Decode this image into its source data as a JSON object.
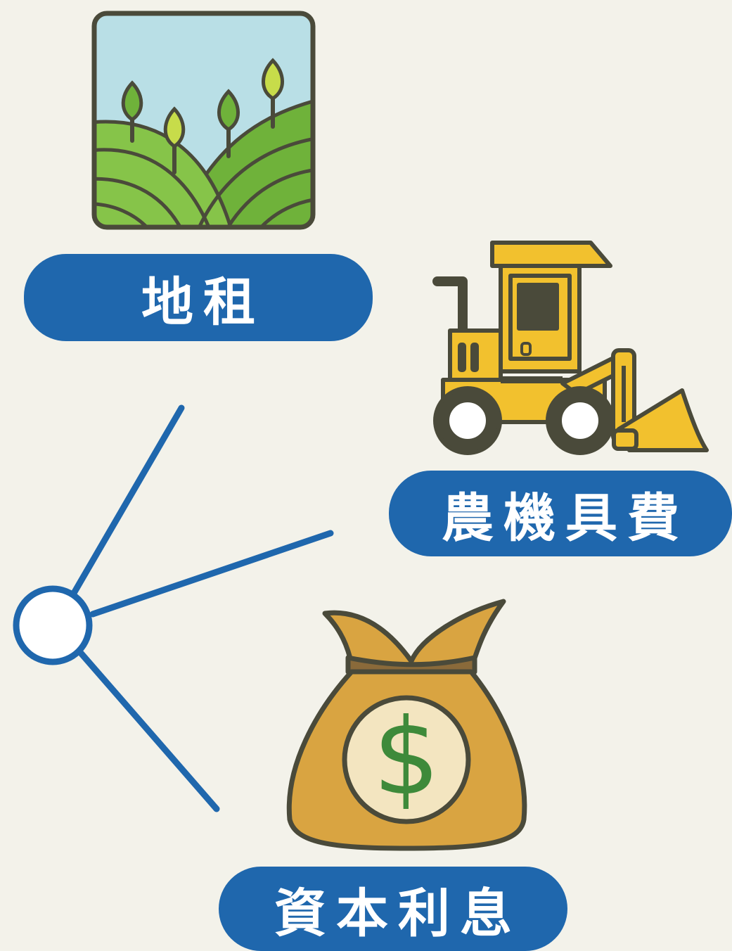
{
  "labels": {
    "land": "地租",
    "machinery": "農機具費",
    "capital": "資本利息"
  },
  "icons": {
    "land": "farmland-hills-icon",
    "machinery": "tractor-bulldozer-icon",
    "capital": "money-bag-icon",
    "hub": "hub-circle"
  },
  "money_symbol": "$",
  "colors": {
    "background": "#f3f2ea",
    "pill": "#1f67ad",
    "connector": "#1f67ad",
    "tractor": "#f2c12e",
    "bag": "#d9a441",
    "grass": "#7dbf3f",
    "sky": "#b9dfe6",
    "dollar": "#3e8a3a"
  }
}
